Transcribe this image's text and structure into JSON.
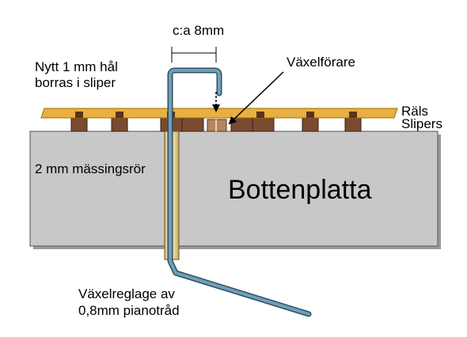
{
  "labels": {
    "dimension": "c:a 8mm",
    "new_hole_line1": "Nytt 1 mm hål",
    "new_hole_line2": "borras i sliper",
    "switch_driver": "Växelförare",
    "rail": "Räls",
    "sleepers": "Slipers",
    "brass_tube": "2 mm mässingsrör",
    "base_plate": "Bottenplatta",
    "control_line1": "Växelreglage av",
    "control_line2": "0,8mm pianotråd"
  },
  "colors": {
    "base_plate": "#c8c8c8",
    "rail": "#e8b040",
    "sleeper": "#7a4a30",
    "wire": "#5a8aa0",
    "brass_tube": "#f4e4b0",
    "switch_driver": "#b58660"
  }
}
